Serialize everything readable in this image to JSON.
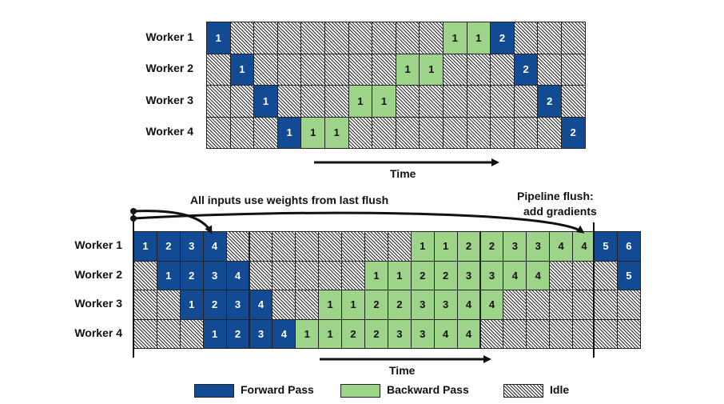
{
  "top_diagram": {
    "workers": [
      {
        "label": "Worker 1",
        "cells": [
          [
            "F",
            "1"
          ],
          [
            "I",
            ""
          ],
          [
            "I",
            ""
          ],
          [
            "I",
            ""
          ],
          [
            "I",
            ""
          ],
          [
            "I",
            ""
          ],
          [
            "I",
            ""
          ],
          [
            "I",
            ""
          ],
          [
            "I",
            ""
          ],
          [
            "I",
            ""
          ],
          [
            "B",
            "1"
          ],
          [
            "B",
            "1"
          ],
          [
            "F",
            "2"
          ],
          [
            "I",
            ""
          ],
          [
            "I",
            ""
          ],
          [
            "I",
            ""
          ]
        ]
      },
      {
        "label": "Worker 2",
        "cells": [
          [
            "I",
            ""
          ],
          [
            "F",
            "1"
          ],
          [
            "I",
            ""
          ],
          [
            "I",
            ""
          ],
          [
            "I",
            ""
          ],
          [
            "I",
            ""
          ],
          [
            "I",
            ""
          ],
          [
            "I",
            ""
          ],
          [
            "B",
            "1"
          ],
          [
            "B",
            "1"
          ],
          [
            "I",
            ""
          ],
          [
            "I",
            ""
          ],
          [
            "I",
            ""
          ],
          [
            "F",
            "2"
          ],
          [
            "I",
            ""
          ],
          [
            "I",
            ""
          ]
        ]
      },
      {
        "label": "Worker 3",
        "cells": [
          [
            "I",
            ""
          ],
          [
            "I",
            ""
          ],
          [
            "F",
            "1"
          ],
          [
            "I",
            ""
          ],
          [
            "I",
            ""
          ],
          [
            "I",
            ""
          ],
          [
            "B",
            "1"
          ],
          [
            "B",
            "1"
          ],
          [
            "I",
            ""
          ],
          [
            "I",
            ""
          ],
          [
            "I",
            ""
          ],
          [
            "I",
            ""
          ],
          [
            "I",
            ""
          ],
          [
            "I",
            ""
          ],
          [
            "F",
            "2"
          ],
          [
            "I",
            ""
          ]
        ]
      },
      {
        "label": "Worker 4",
        "cells": [
          [
            "I",
            ""
          ],
          [
            "I",
            ""
          ],
          [
            "I",
            ""
          ],
          [
            "F",
            "1"
          ],
          [
            "B",
            "1"
          ],
          [
            "B",
            "1"
          ],
          [
            "I",
            ""
          ],
          [
            "I",
            ""
          ],
          [
            "I",
            ""
          ],
          [
            "I",
            ""
          ],
          [
            "I",
            ""
          ],
          [
            "I",
            ""
          ],
          [
            "I",
            ""
          ],
          [
            "I",
            ""
          ],
          [
            "I",
            ""
          ],
          [
            "F",
            "2"
          ]
        ]
      }
    ],
    "time_label": "Time"
  },
  "bottom_diagram": {
    "workers": [
      {
        "label": "Worker 1",
        "cells": [
          [
            "F",
            "1"
          ],
          [
            "F",
            "2"
          ],
          [
            "F",
            "3"
          ],
          [
            "F",
            "4"
          ],
          [
            "I",
            ""
          ],
          [
            "I",
            ""
          ],
          [
            "I",
            ""
          ],
          [
            "I",
            ""
          ],
          [
            "I",
            ""
          ],
          [
            "I",
            ""
          ],
          [
            "I",
            ""
          ],
          [
            "I",
            ""
          ],
          [
            "B",
            "1"
          ],
          [
            "B",
            "1"
          ],
          [
            "B",
            "2"
          ],
          [
            "B",
            "2"
          ],
          [
            "B",
            "3"
          ],
          [
            "B",
            "3"
          ],
          [
            "B",
            "4"
          ],
          [
            "B",
            "4"
          ]
        ],
        "after_flush": [
          [
            "F",
            "5"
          ],
          [
            "F",
            "6"
          ]
        ]
      },
      {
        "label": "Worker 2",
        "cells": [
          [
            "I",
            ""
          ],
          [
            "F",
            "1"
          ],
          [
            "F",
            "2"
          ],
          [
            "F",
            "3"
          ],
          [
            "F",
            "4"
          ],
          [
            "I",
            ""
          ],
          [
            "I",
            ""
          ],
          [
            "I",
            ""
          ],
          [
            "I",
            ""
          ],
          [
            "I",
            ""
          ],
          [
            "B",
            "1"
          ],
          [
            "B",
            "1"
          ],
          [
            "B",
            "2"
          ],
          [
            "B",
            "2"
          ],
          [
            "B",
            "3"
          ],
          [
            "B",
            "3"
          ],
          [
            "B",
            "4"
          ],
          [
            "B",
            "4"
          ],
          [
            "I",
            ""
          ],
          [
            "I",
            ""
          ]
        ],
        "after_flush": [
          [
            "I",
            ""
          ],
          [
            "F",
            "5"
          ]
        ]
      },
      {
        "label": "Worker 3",
        "cells": [
          [
            "I",
            ""
          ],
          [
            "I",
            ""
          ],
          [
            "F",
            "1"
          ],
          [
            "F",
            "2"
          ],
          [
            "F",
            "3"
          ],
          [
            "F",
            "4"
          ],
          [
            "I",
            ""
          ],
          [
            "I",
            ""
          ],
          [
            "B",
            "1"
          ],
          [
            "B",
            "1"
          ],
          [
            "B",
            "2"
          ],
          [
            "B",
            "2"
          ],
          [
            "B",
            "3"
          ],
          [
            "B",
            "3"
          ],
          [
            "B",
            "4"
          ],
          [
            "B",
            "4"
          ],
          [
            "I",
            ""
          ],
          [
            "I",
            ""
          ],
          [
            "I",
            ""
          ],
          [
            "I",
            ""
          ]
        ],
        "after_flush": [
          [
            "I",
            ""
          ],
          [
            "I",
            ""
          ]
        ]
      },
      {
        "label": "Worker 4",
        "cells": [
          [
            "I",
            ""
          ],
          [
            "I",
            ""
          ],
          [
            "I",
            ""
          ],
          [
            "F",
            "1"
          ],
          [
            "F",
            "2"
          ],
          [
            "F",
            "3"
          ],
          [
            "F",
            "4"
          ],
          [
            "B",
            "1"
          ],
          [
            "B",
            "1"
          ],
          [
            "B",
            "2"
          ],
          [
            "B",
            "2"
          ],
          [
            "B",
            "3"
          ],
          [
            "B",
            "3"
          ],
          [
            "B",
            "4"
          ],
          [
            "B",
            "4"
          ],
          [
            "I",
            ""
          ],
          [
            "I",
            ""
          ],
          [
            "I",
            ""
          ],
          [
            "I",
            ""
          ],
          [
            "I",
            ""
          ]
        ],
        "after_flush": [
          [
            "I",
            ""
          ],
          [
            "I",
            ""
          ]
        ]
      }
    ],
    "annotation_weights": "All inputs use weights from last flush",
    "annotation_flush_line1": "Pipeline flush:",
    "annotation_flush_line2": "add gradients",
    "time_label": "Time"
  },
  "legend": {
    "forward": "Forward Pass",
    "backward": "Backward Pass",
    "idle": "Idle"
  },
  "colors": {
    "forward": "#124a93",
    "backward": "#9ed38a",
    "outline": "#222222"
  }
}
